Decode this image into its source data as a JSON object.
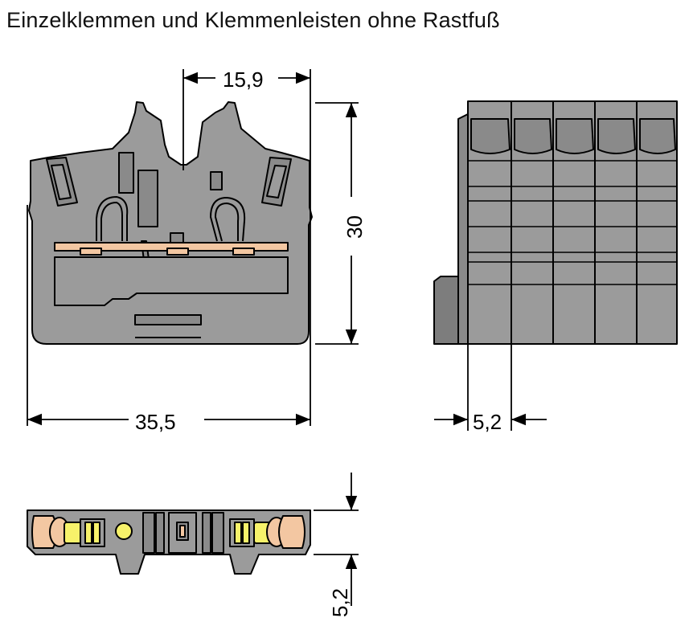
{
  "title": "Einzelklemmen und Klemmenleisten ohne Rastfuß",
  "dimensions": {
    "front_top_width": "15,9",
    "front_height": "30",
    "front_total_width": "35,5",
    "side_pitch": "5,2",
    "top_view_thickness": "5,2"
  },
  "colors": {
    "housing": "#9b9b9b",
    "housing_dark": "#7d7d7d",
    "outline": "#000000",
    "busbar": "#f3c7a2",
    "spring_lever": "#f7f26a",
    "background": "#ffffff"
  }
}
